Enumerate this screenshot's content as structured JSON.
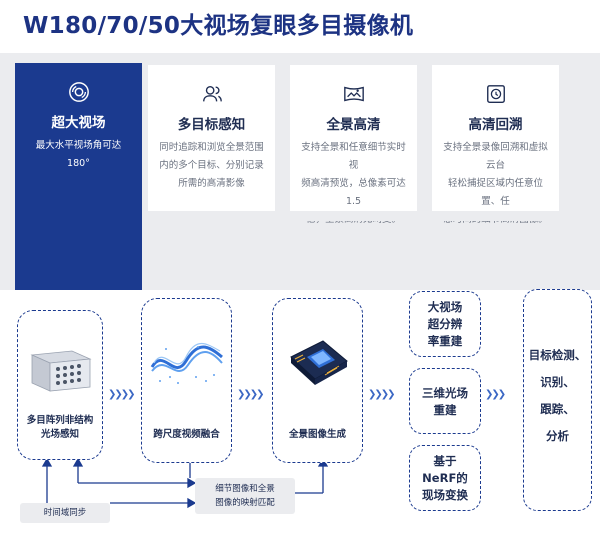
{
  "title": "W180/70/50大视场复眼多目摄像机",
  "colors": {
    "primary": "#1b3a8f",
    "accent": "#3b67c4",
    "band": "#ebecef"
  },
  "features": [
    {
      "icon": "lens-icon",
      "title": "超大视场",
      "desc_lines": [
        "最大水平视场角可达",
        "180°"
      ]
    },
    {
      "icon": "people-icon",
      "title": "多目标感知",
      "desc_lines": [
        "同时追踪和浏览全景范围",
        "内的多个目标、分别记录",
        "所需的高清影像"
      ]
    },
    {
      "icon": "panorama-icon",
      "title": "全景高清",
      "desc_lines": [
        "支持全景和任意细节实时视",
        "频高清预览，总像素可达1.5",
        "亿，全景高清无畸变。"
      ]
    },
    {
      "icon": "playback-icon",
      "title": "高清回溯",
      "desc_lines": [
        "支持全景录像回溯和虚拟云台",
        "轻松捕捉区域内任意位置、任",
        "意时间的细节高清图像。"
      ]
    }
  ],
  "flow": {
    "step1_lines": [
      "多目阵列非结构",
      "光场感知"
    ],
    "step2": "跨尺度视频融合",
    "step3": "全景图像生成",
    "mid": [
      [
        "大视场",
        "超分辨",
        "率重建"
      ],
      [
        "三维光场",
        "重建"
      ],
      [
        "基于",
        "NeRF的",
        "现场变换"
      ]
    ],
    "final": [
      "目标检测、",
      "识别、",
      "跟踪、",
      "分析"
    ],
    "sync_tag": "时间域同步",
    "mapping_tag_lines": [
      "细节图像和全景",
      "图像的映射匹配"
    ]
  }
}
